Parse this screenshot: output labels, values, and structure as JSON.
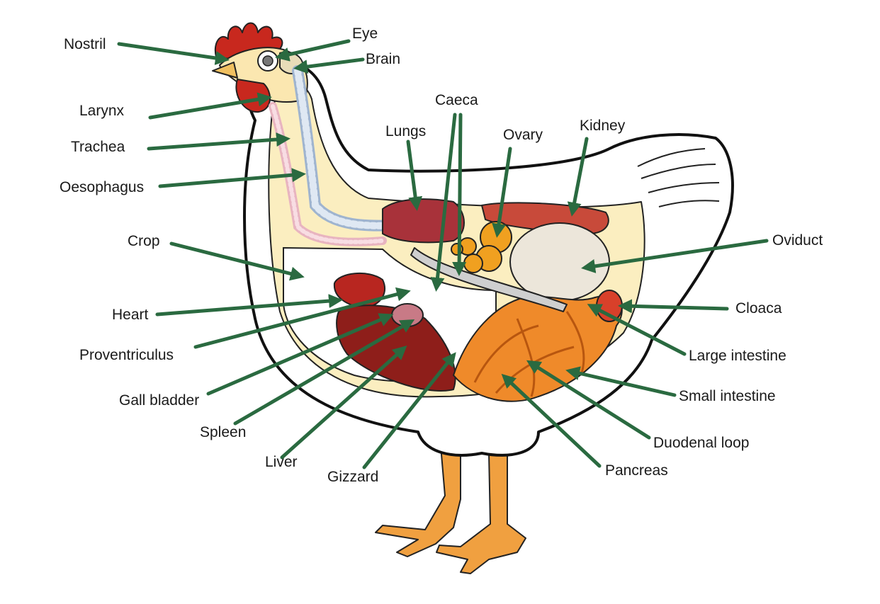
{
  "labels": {
    "nostril": "Nostril",
    "eye": "Eye",
    "brain": "Brain",
    "larynx": "Larynx",
    "trachea": "Trachea",
    "oesophagus": "Oesophagus",
    "caeca": "Caeca",
    "lungs": "Lungs",
    "ovary": "Ovary",
    "kidney": "Kidney",
    "crop": "Crop",
    "oviduct": "Oviduct",
    "heart": "Heart",
    "cloaca": "Cloaca",
    "proventriculus": "Proventriculus",
    "large_intestine": "Large intestine",
    "gall_bladder": "Gall bladder",
    "small_intestine": "Small intestine",
    "spleen": "Spleen",
    "duodenal_loop": "Duodenal loop",
    "liver": "Liver",
    "pancreas": "Pancreas",
    "gizzard": "Gizzard"
  },
  "colors": {
    "leader": "#2a6a40",
    "comb": "#c8281e",
    "liver": "#8e1e1a",
    "intestine": "#ef8a2a",
    "ovary": "#f0a020",
    "body_cavity": "#fbeec0",
    "legs": "#f0a040"
  }
}
